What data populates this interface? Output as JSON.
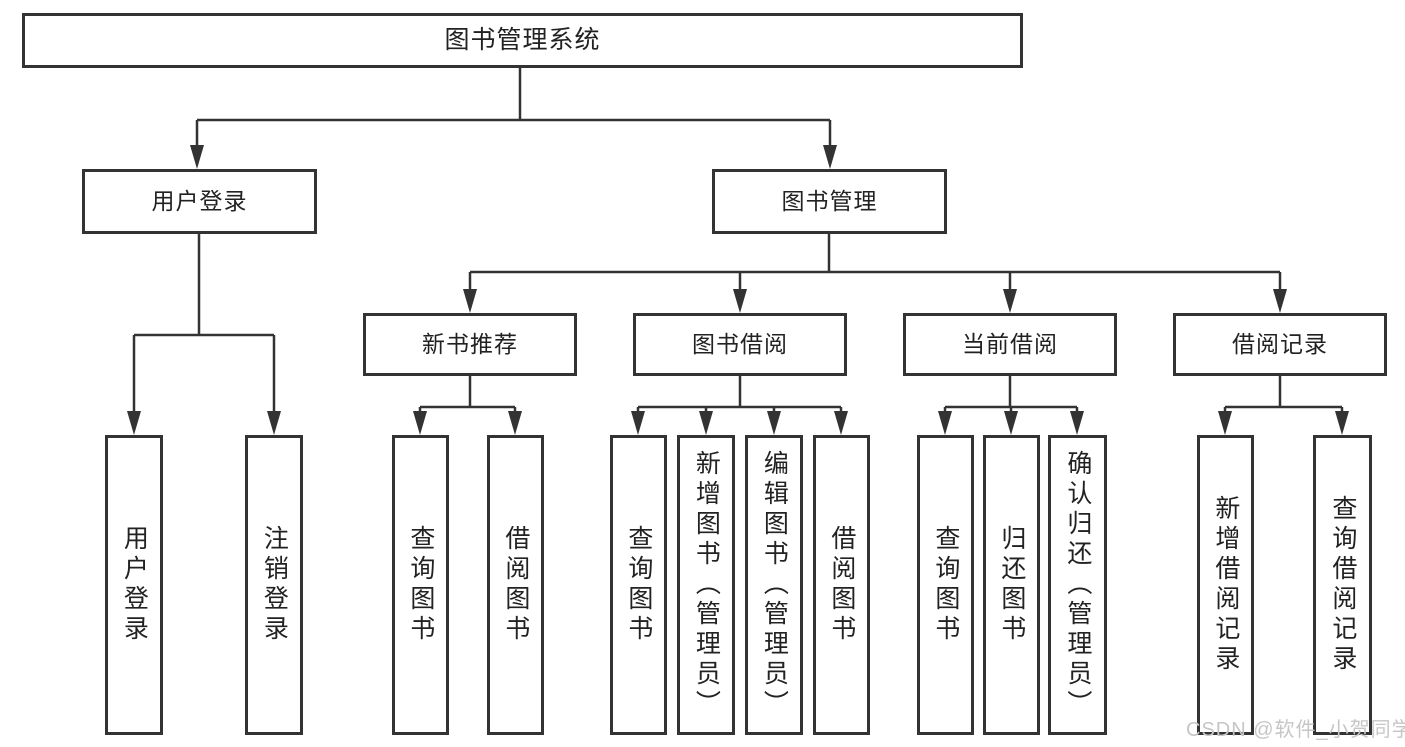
{
  "tree": {
    "label": "图书管理系统",
    "children": [
      {
        "label": "用户登录",
        "children": [
          {
            "label": "用户登录"
          },
          {
            "label": "注销登录"
          }
        ]
      },
      {
        "label": "图书管理",
        "children": [
          {
            "label": "新书推荐",
            "children": [
              {
                "label": "查询图书"
              },
              {
                "label": "借阅图书"
              }
            ]
          },
          {
            "label": "图书借阅",
            "children": [
              {
                "label": "查询图书"
              },
              {
                "label": "新增图书（管理员）"
              },
              {
                "label": "编辑图书（管理员）"
              },
              {
                "label": "借阅图书"
              }
            ]
          },
          {
            "label": "当前借阅",
            "children": [
              {
                "label": "查询图书"
              },
              {
                "label": "归还图书"
              },
              {
                "label": "确认归还（管理员）"
              }
            ]
          },
          {
            "label": "借阅记录",
            "children": [
              {
                "label": "新增借阅记录"
              },
              {
                "label": "查询借阅记录"
              }
            ]
          }
        ]
      }
    ]
  },
  "watermark": "CSDN @软件_小贺同学",
  "colors": {
    "line": "#333333",
    "text": "#222222",
    "watermark": "#c6c6c6",
    "background": "#ffffff"
  }
}
